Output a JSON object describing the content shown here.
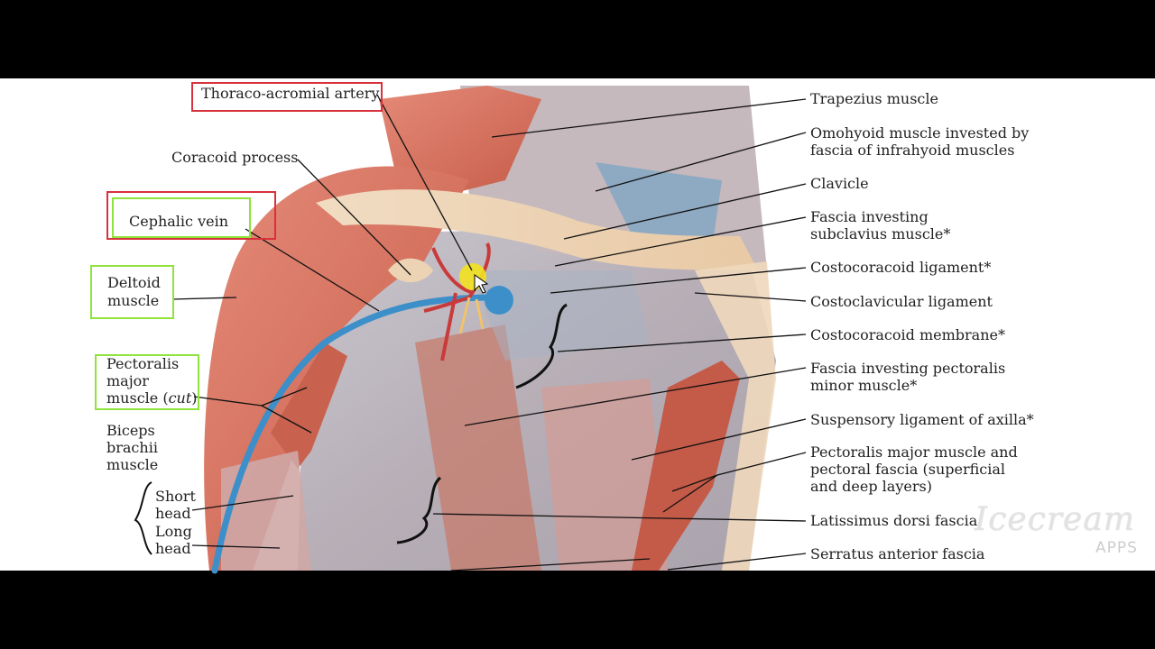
{
  "labels": {
    "thoraco_acromial_artery": "Thoraco-acromial artery",
    "coracoid_process": "Coracoid process",
    "cephalic_vein": "Cephalic vein",
    "deltoid_1": "Deltoid",
    "deltoid_2": "muscle",
    "pectoralis_major_cut_1": "Pectoralis",
    "pectoralis_major_cut_2": "major",
    "pectoralis_major_cut_3a": "muscle (",
    "pectoralis_major_cut_3b": "cut",
    "pectoralis_major_cut_3c": ")",
    "biceps_1": "Biceps",
    "biceps_2": "brachii",
    "biceps_3": "muscle",
    "short_head_1": "Short",
    "short_head_2": "head",
    "long_head_1": "Long",
    "long_head_2": "head",
    "trapezius": "Trapezius muscle",
    "omohyoid_1": "Omohyoid muscle invested by",
    "omohyoid_2": "fascia of infrahyoid muscles",
    "clavicle": "Clavicle",
    "fascia_subclavius_1": "Fascia investing",
    "fascia_subclavius_2": "subclavius muscle*",
    "costocoracoid_ligament": "Costocoracoid ligament*",
    "costoclavicular_ligament": "Costoclavicular ligament",
    "costocoracoid_membrane": "Costocoracoid membrane*",
    "fascia_pec_minor_1": "Fascia investing pectoralis",
    "fascia_pec_minor_2": "minor muscle*",
    "suspensory_ligament": "Suspensory ligament of axilla*",
    "pec_major_fascia_1": "Pectoralis major muscle and",
    "pec_major_fascia_2": "pectoral fascia (superficial",
    "pec_major_fascia_3": "and deep layers)",
    "latissimus": "Latissimus dorsi fascia",
    "serratus": "Serratus anterior fascia"
  },
  "watermark": {
    "brand": "Icecream",
    "sub": "APPS"
  },
  "colors": {
    "highlight_red": "#d8313b",
    "highlight_green": "#8fe33a",
    "muscle": "#d9725f",
    "vein": "#3d8fc9",
    "artery": "#c93a3a",
    "cursor_highlight": "#f2e21f"
  }
}
